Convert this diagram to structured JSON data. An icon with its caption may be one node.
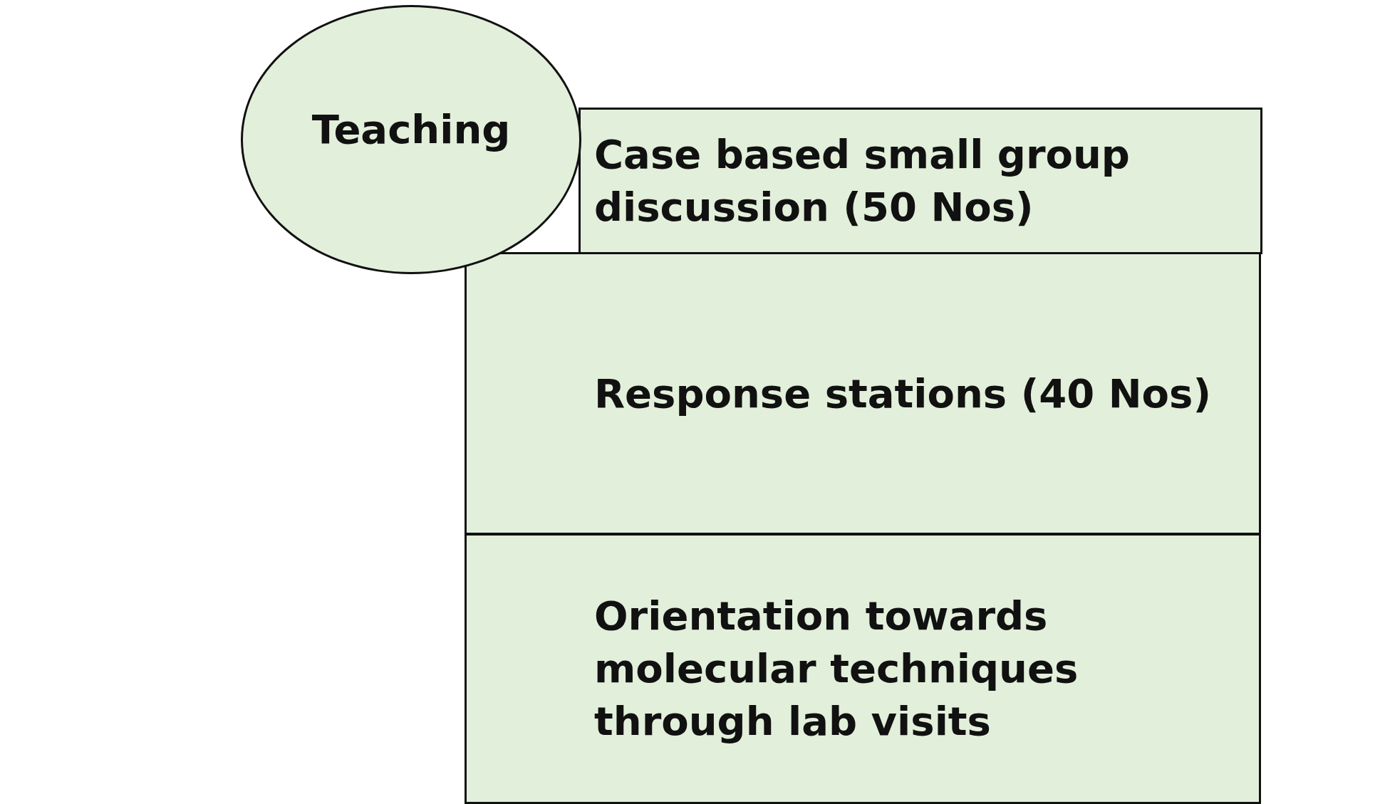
{
  "diagram": {
    "nodes": [
      {
        "text": [
          "Teaching"
        ]
      },
      {
        "text": [
          "Case based small group discussion (50 Nos)"
        ]
      },
      {
        "text": [
          "Response stations (40 Nos)"
        ]
      },
      {
        "text": [
          "Orientation towards molecular techniques through lab visits"
        ]
      }
    ]
  }
}
